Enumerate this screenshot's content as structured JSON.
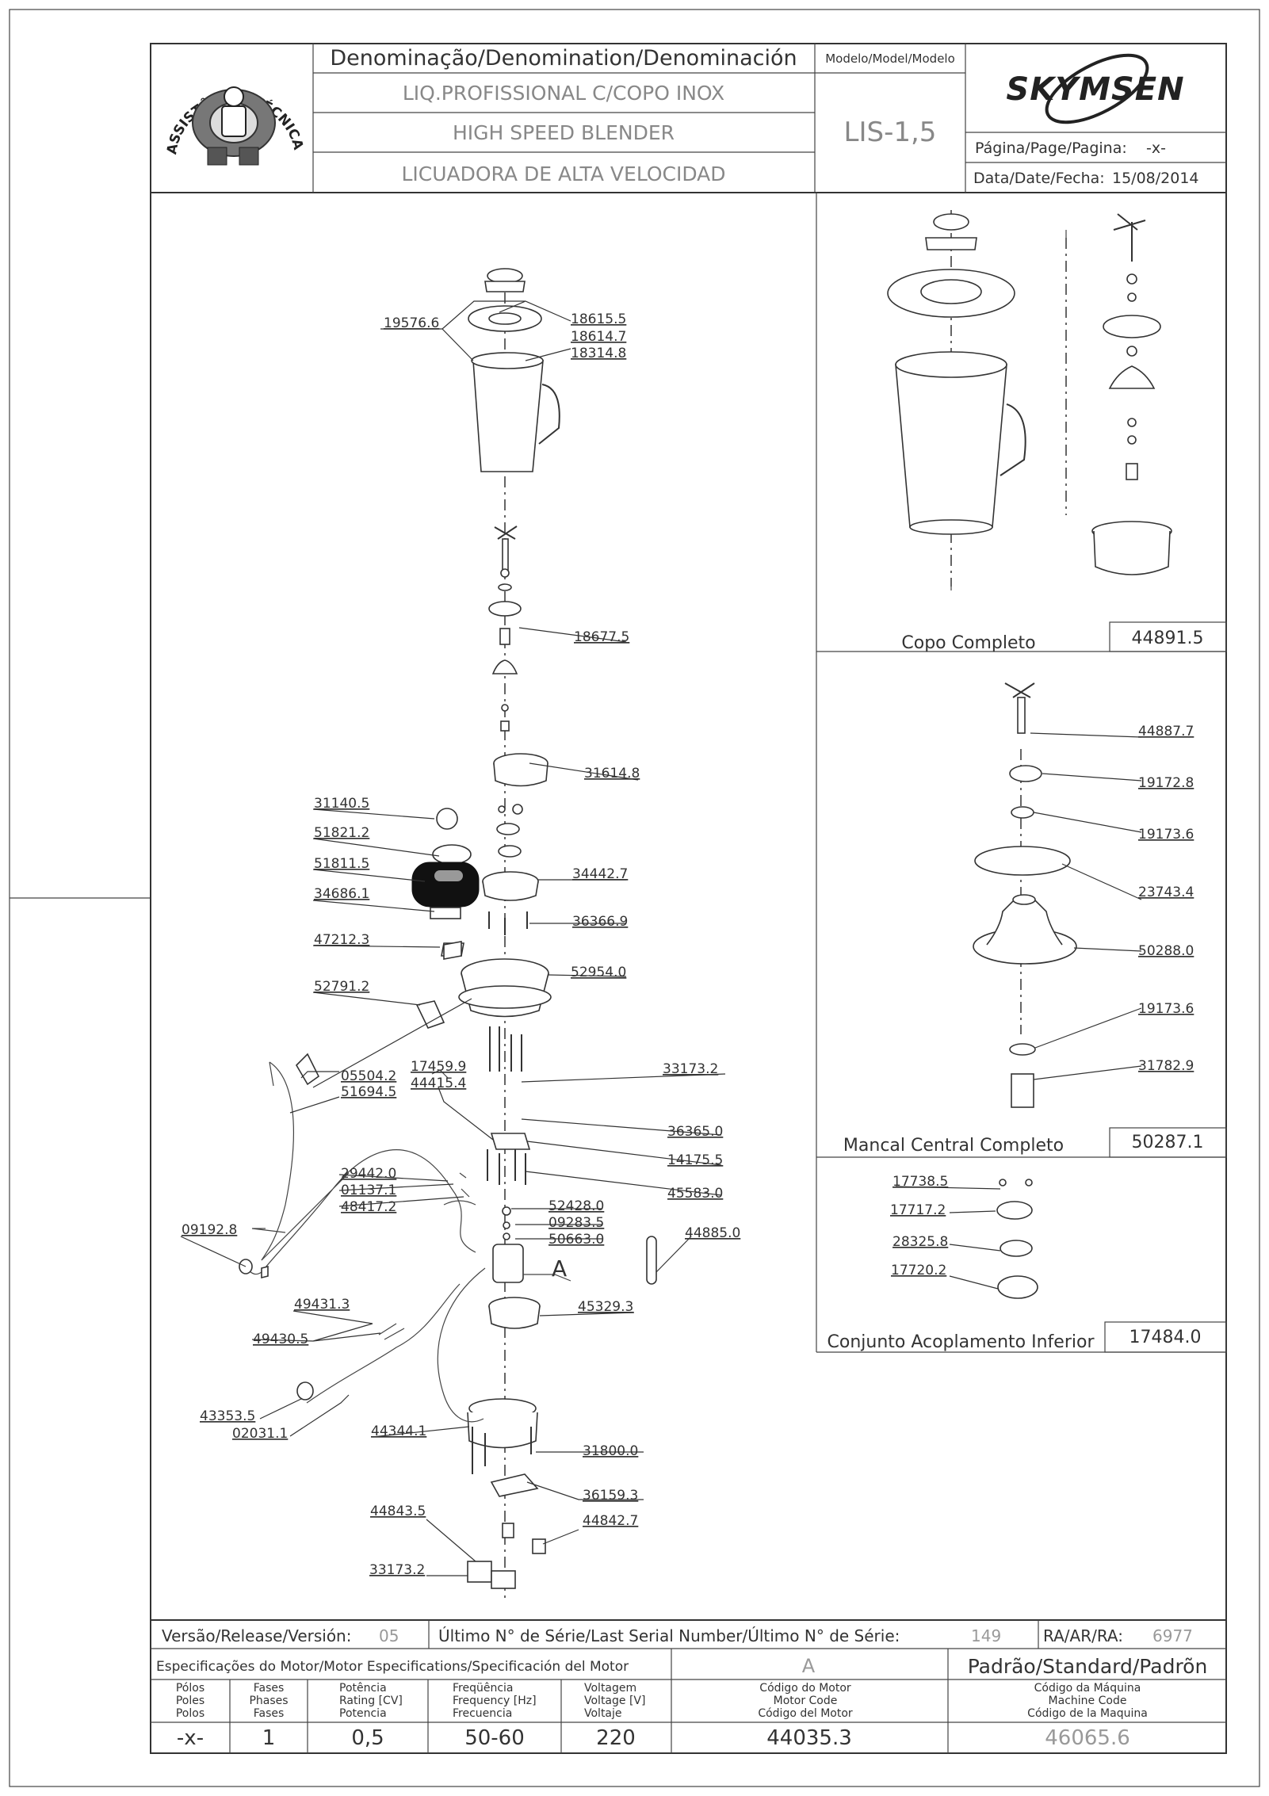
{
  "header": {
    "denomination_title": "Denominação/Denomination/Denominación",
    "name_pt": "LIQ.PROFISSIONAL C/COPO INOX",
    "name_en": "HIGH SPEED BLENDER",
    "name_es": "LICUADORA DE ALTA VELOCIDAD",
    "model_title": "Modelo/Model/Modelo",
    "model_value": "LIS-1,5",
    "brand": "SKYMSEN",
    "page_label": "Página/Page/Pagina:",
    "page_value": "-x-",
    "date_label": "Data/Date/Fecha:",
    "date_value": "15/08/2014",
    "seal_text": "ASSISTÊNCIA TÉCNICA AUTORIZADA"
  },
  "main_labels": [
    "19576.6",
    "18615.5",
    "18614.7",
    "18314.8",
    "18677.5",
    "31614.8",
    "31140.5",
    "51821.2",
    "51811.5",
    "34686.1",
    "34442.7",
    "36366.9",
    "47212.3",
    "52954.0",
    "52791.2",
    "17459.9",
    "44415.4",
    "33173.2",
    "05504.2",
    "51694.5",
    "36365.0",
    "14175.5",
    "29442.0",
    "01137.1",
    "48417.2",
    "45583.0",
    "52428.0",
    "09283.5",
    "50663.0",
    "09192.8",
    "44885.0",
    "A",
    "49431.3",
    "49430.5",
    "45329.3",
    "43353.5",
    "02031.1",
    "44344.1",
    "31800.0",
    "36159.3",
    "44843.5",
    "44842.7",
    "33173.2"
  ],
  "panels": [
    {
      "title": "Copo Completo",
      "code": "44891.5"
    },
    {
      "title": "Mancal Central Completo",
      "code": "50287.1",
      "labels": [
        "44887.7",
        "19172.8",
        "19173.6",
        "23743.4",
        "50288.0",
        "19173.6",
        "31782.9"
      ]
    },
    {
      "title": "Conjunto Acoplamento Inferior",
      "code": "17484.0",
      "labels": [
        "17738.5",
        "17717.2",
        "28325.8",
        "17720.2"
      ]
    }
  ],
  "footer": {
    "version_label": "Versão/Release/Versión:",
    "version_value": "05",
    "serial_label": "Último N° de Série/Last Serial Number/Último N° de Série:",
    "serial_value": "149",
    "ra_label": "RA/AR/RA:",
    "ra_value": "6977",
    "motor_spec_label": "Especificações do Motor/Motor Especifications/Specificación del Motor",
    "motor_letter": "A",
    "standard_label": "Padrão/Standard/Padrõn",
    "columns": [
      {
        "lines": [
          "Pólos",
          "Poles",
          "Polos"
        ],
        "value": "-x-"
      },
      {
        "lines": [
          "Fases",
          "Phases",
          "Fases"
        ],
        "value": "1"
      },
      {
        "lines": [
          "Potência",
          "Rating [CV]",
          "Potencia"
        ],
        "value": "0,5"
      },
      {
        "lines": [
          "Freqüência",
          "Frequency [Hz]",
          "Frecuencia"
        ],
        "value": "50-60"
      },
      {
        "lines": [
          "Voltagem",
          "Voltage [V]",
          "Voltaje"
        ],
        "value": "220"
      },
      {
        "lines": [
          "Código do Motor",
          "Motor Code",
          "Código del Motor"
        ],
        "value": "44035.3"
      },
      {
        "lines": [
          "Código da Máquina",
          "Machine Code",
          "Código de la Maquina"
        ],
        "value": "46065.6"
      }
    ]
  }
}
